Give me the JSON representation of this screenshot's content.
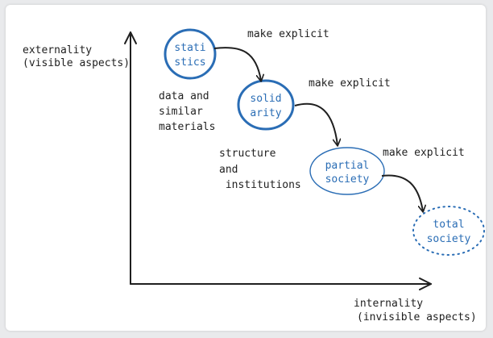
{
  "axes": {
    "y_label_line1": "externality",
    "y_label_line2": "(visible aspects)",
    "x_label_line1": "internality",
    "x_label_line2": "(invisible aspects)"
  },
  "nodes": [
    {
      "line1": "stati",
      "line2": "stics",
      "style": "solid-thick"
    },
    {
      "line1": "solid",
      "line2": "arity",
      "style": "solid-thick"
    },
    {
      "line1": "partial",
      "line2": "society",
      "style": "solid-thin"
    },
    {
      "line1": "total",
      "line2": "society",
      "style": "dotted"
    }
  ],
  "arrow_labels": [
    "make explicit",
    "make explicit",
    "make explicit"
  ],
  "notes": {
    "data": [
      "data and",
      "similar",
      "materials"
    ],
    "structure": [
      "structure",
      "and",
      " institutions"
    ]
  },
  "colors": {
    "node_text": "#2a6db5",
    "node_outline": "#2a6db5",
    "ink": "#1f1f1f",
    "background": "#ffffff"
  }
}
